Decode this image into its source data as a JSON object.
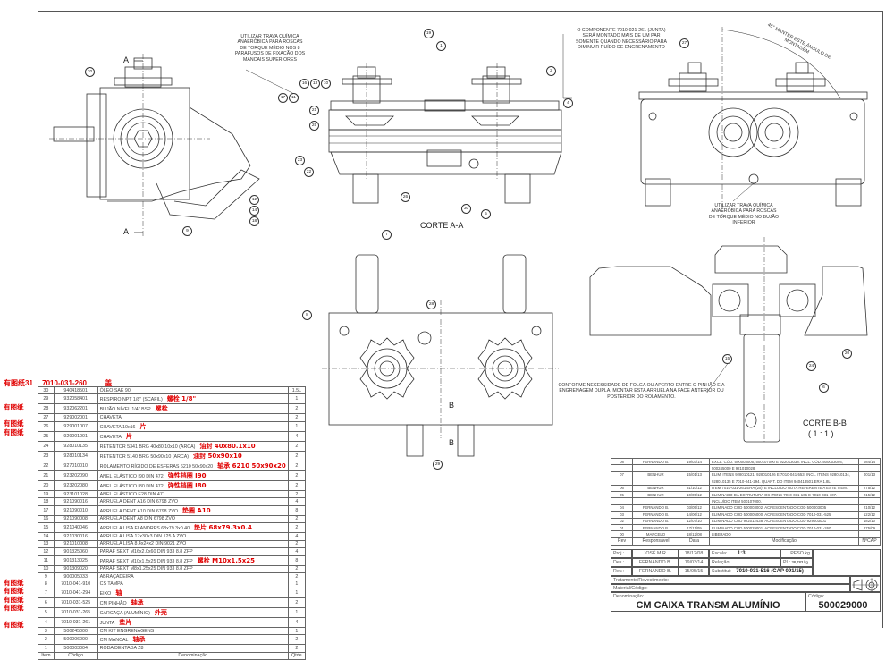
{
  "notes": {
    "trava_superior": "UTILIZAR TRAVA QUÍMICA ANAERÓBICA PARA ROSCAS DE TORQUE MÉDIO NOS 8 PARAFUSOS DE FIXAÇÃO DOS MANCAIS SUPERIORES",
    "componente_junta": "O COMPONENTE 7010-021-261 (JUNTA) SERÁ MONTADO MAIS DE UM PAR SOMENTE QUANDO NECESSÁRIO PARA DIMINUIR RUÍDO DE ENGRENAMENTO",
    "angulo": "45° MANTER ESTE ÂNGULO DE MONTAGEM",
    "trava_inferior": "UTILIZAR TRAVA QUÍMICA ANAERÓBICA PARA ROSCAS DE TORQUE MÉDIO NO BUJÃO INFERIOR",
    "folga": "CONFORME NECESSIDADE DE FOLGA OU APERTO ENTRE O PINHÃO E A ENGRENAGEM DUPLA, MONTAR ESTA ARRUELA NA FACE ANTERIOR OU POSTERIOR DO ROLAMENTO."
  },
  "views": {
    "corte_aa": "CORTE A-A",
    "corte_bb": "CORTE B-B",
    "corte_bb_scale": "( 1 : 1 )",
    "section_a": "A",
    "section_b": "B"
  },
  "balloons": {
    "side": [
      "20",
      "12",
      "14",
      "18",
      "9"
    ],
    "section_aa": [
      "19",
      "1",
      "2",
      "4",
      "16",
      "13",
      "10",
      "17",
      "11",
      "21",
      "25",
      "23",
      "22",
      "26",
      "30",
      "5",
      "7"
    ],
    "top_right": [
      "27"
    ],
    "bottom": [
      "8",
      "28",
      "29"
    ],
    "section_bb": [
      "15",
      "24",
      "20",
      "6"
    ]
  },
  "bom_header_annotation": {
    "flag": "有图纸31",
    "code": "7010-031-260",
    "cn": "盖"
  },
  "bom": {
    "columns": [
      "Item",
      "Código",
      "Denominação",
      "Qtde"
    ],
    "rows": [
      {
        "item": "30",
        "code": "940418501",
        "desc": "ÓLEO SAE 90",
        "cn": "",
        "qty": "1.5L",
        "flag": ""
      },
      {
        "item": "29",
        "code": "932058401",
        "desc": "RESPIRO NPT 1/8\" (SCAFIL)",
        "cn": "螺栓 1/8\"",
        "qty": "1",
        "flag": ""
      },
      {
        "item": "28",
        "code": "932062201",
        "desc": "BUJÃO NÍVEL 1/4\" BSP",
        "cn": "螺栓",
        "qty": "2",
        "flag": "有图纸"
      },
      {
        "item": "27",
        "code": "929002001",
        "desc": "CHAVETA",
        "cn": "",
        "qty": "2",
        "flag": ""
      },
      {
        "item": "26",
        "code": "929001007",
        "desc": "CHAVETA 10x16",
        "cn": "片",
        "qty": "1",
        "flag": "有图纸"
      },
      {
        "item": "25",
        "code": "929001001",
        "desc": "CHAVETA",
        "cn": "片",
        "qty": "4",
        "flag": "有图纸"
      },
      {
        "item": "24",
        "code": "928010135",
        "desc": "RETENTOR 5341 BRG 40x80,10x10 (ARCA)",
        "cn": "油封 40x80.1x10",
        "qty": "2",
        "flag": ""
      },
      {
        "item": "23",
        "code": "928010134",
        "desc": "RETENTOR 5140 BRG 50x90x10 (ARCA)",
        "cn": "油封 50x90x10",
        "qty": "2",
        "flag": ""
      },
      {
        "item": "22",
        "code": "927010010",
        "desc": "ROLAMENTO RÍGIDO DE ESFERAS 6210 50x90x20",
        "cn": "轴承 6210 50x90x20",
        "qty": "2",
        "flag": ""
      },
      {
        "item": "21",
        "code": "923202090",
        "desc": "ANEL ELÁSTICO I90 DIN 472",
        "cn": "弹性挡圈 I90",
        "qty": "2",
        "flag": ""
      },
      {
        "item": "20",
        "code": "923202080",
        "desc": "ANEL ELÁSTICO I80 DIN 472",
        "cn": "弹性挡圈 I80",
        "qty": "2",
        "flag": ""
      },
      {
        "item": "19",
        "code": "923101028",
        "desc": "ANEL ELÁSTICO E28 DIN 471",
        "cn": "",
        "qty": "2",
        "flag": ""
      },
      {
        "item": "18",
        "code": "921090016",
        "desc": "ARRUELA DENT A16 DIN 6798 ZVO",
        "cn": "",
        "qty": "4",
        "flag": ""
      },
      {
        "item": "17",
        "code": "921090010",
        "desc": "ARRUELA DENT A10 DIN 6798 ZVO",
        "cn": "垫圈 A10",
        "qty": "8",
        "flag": ""
      },
      {
        "item": "16",
        "code": "921090008",
        "desc": "ARRUELA DENT A8 DIN 6798 ZVO",
        "cn": "",
        "qty": "2",
        "flag": ""
      },
      {
        "item": "15",
        "code": "921040046",
        "desc": "ARRUELA LISA FLANDRES 68x79.3x0.40",
        "cn": "垫片 68x79.3x0.4",
        "qty": "2",
        "flag": ""
      },
      {
        "item": "14",
        "code": "921030016",
        "desc": "ARRUELA LISA 17x30x3 DIN 125 A ZVO",
        "cn": "",
        "qty": "4",
        "flag": ""
      },
      {
        "item": "13",
        "code": "921010008",
        "desc": "ARRUELA LISA 8.4x24x2 DIN 9021 ZVO",
        "cn": "",
        "qty": "2",
        "flag": ""
      },
      {
        "item": "12",
        "code": "901325060",
        "desc": "PARAF SEXT M16x2.0x60 DIN 933 8.8 ZFP",
        "cn": "",
        "qty": "4",
        "flag": ""
      },
      {
        "item": "11",
        "code": "901313025",
        "desc": "PARAF SEXT M10x1.5x25 DIN 933 8.8 ZFP",
        "cn": "螺栓 M10x1.5x25",
        "qty": "8",
        "flag": ""
      },
      {
        "item": "10",
        "code": "901309020",
        "desc": "PARAF SEXT M8x1.25x25 DIN 933 8.8 ZFP",
        "cn": "",
        "qty": "2",
        "flag": ""
      },
      {
        "item": "9",
        "code": "900005033",
        "desc": "ABRAÇADEIRA",
        "cn": "",
        "qty": "2",
        "flag": ""
      },
      {
        "item": "8",
        "code": "7010-041-910",
        "desc": "CS TAMPA",
        "cn": "",
        "qty": "1",
        "flag": ""
      },
      {
        "item": "7",
        "code": "7010-041-294",
        "desc": "EIXO",
        "cn": "轴",
        "qty": "1",
        "flag": "有图纸"
      },
      {
        "item": "6",
        "code": "7010-031-525",
        "desc": "CM PINHÃO",
        "cn": "轴承",
        "qty": "2",
        "flag": "有图纸"
      },
      {
        "item": "5",
        "code": "7010-031-265",
        "desc": "CARCAÇA (ALUMÍNIO)",
        "cn": "外壳",
        "qty": "1",
        "flag": "有图纸"
      },
      {
        "item": "4",
        "code": "7010-031-261",
        "desc": "JUNTA",
        "cn": "垫片",
        "qty": "4",
        "flag": "有图纸"
      },
      {
        "item": "3",
        "code": "500245000",
        "desc": "CM KIT ENGRENAGENS",
        "cn": "",
        "qty": "1",
        "flag": ""
      },
      {
        "item": "2",
        "code": "500006000",
        "desc": "CM MANCAL",
        "cn": "轴承",
        "qty": "2",
        "flag": "有图纸"
      },
      {
        "item": "1",
        "code": "500003004",
        "desc": "RODA DENTADA Z8",
        "cn": "",
        "qty": "2",
        "flag": ""
      }
    ]
  },
  "revisions": {
    "columns": [
      "Rev",
      "Responsável",
      "Data",
      "Modificação",
      "NºCAP"
    ],
    "rows": [
      {
        "rev": "08",
        "resp": "FERNANDO B.",
        "date": "19/03/14",
        "mod": "EXCL. CÓD. 500003005, 500107000 E 922013038. INCL. CÓD. 500003004,",
        "cap": "084/14"
      },
      {
        "rev": "",
        "resp": "",
        "date": "",
        "mod": "500245000 E 921010028.",
        "cap": ""
      },
      {
        "rev": "07",
        "resp": "BENHUR",
        "date": "15/01/13",
        "mod": "ELIM. ITENS 928010121, 928010126 E 7010-041-553. INCL. ITENS 928010134,",
        "cap": "001/13"
      },
      {
        "rev": "",
        "resp": "",
        "date": "",
        "mod": "928010135 E 7010-041-294. QUANT. DO ITEM 940418501 ERA 1.8L.",
        "cap": ""
      },
      {
        "rev": "06",
        "resp": "BENHUR",
        "date": "31/10/12",
        "mod": "ITEM 7010-031-261 ERA (2x); E INCLUÍDO NOTA REFERENTE A ESTE ITEM.",
        "cap": "275/12"
      },
      {
        "rev": "05",
        "resp": "BENHUR",
        "date": "10/05/12",
        "mod": "ELIMINADO DA ESTRUTURA OS ITENS 7010-031-106 E 7010-031-107.",
        "cap": "215/12"
      },
      {
        "rev": "",
        "resp": "",
        "date": "",
        "mod": "INCLUÍDO ITEM 500107000.",
        "cap": ""
      },
      {
        "rev": "04",
        "resp": "FERNANDO B.",
        "date": "03/05/12",
        "mod": "ELIMINADO COD 500003002, ACRESCENTADO COD 500003005",
        "cap": "210/12"
      },
      {
        "rev": "03",
        "resp": "FERNANDO B.",
        "date": "14/06/12",
        "mod": "ELIMINADO COD 500005000, ACRESCENTADO COD 7010-031-525",
        "cap": "122/12"
      },
      {
        "rev": "02",
        "resp": "FERNANDO B.",
        "date": "12/07/10",
        "mod": "ELIMINADO COD 922012438, ACRESCENTADO COD 929003001",
        "cap": "182/10"
      },
      {
        "rev": "01",
        "resp": "FERNANDO B.",
        "date": "17/11/09",
        "mod": "ELIMINADO COD 500029001, ACRESCENTADO COD 7010-031-260",
        "cap": "275/09"
      },
      {
        "rev": "00",
        "resp": "MARCELO",
        "date": "18/12/08",
        "mod": "LIBERADO",
        "cap": ""
      }
    ]
  },
  "title_block": {
    "proj_label": "Proj.:",
    "proj_name": "JOSÉ M.R.",
    "proj_date": "18/12/08",
    "des_label": "Des.:",
    "des_name": "FERNANDO B.",
    "des_date": "19/03/14",
    "rev_label": "Rev.:",
    "rev_name": "FERNANDO B.",
    "rev_date": "15/05/15",
    "escala_label": "Escala:",
    "escala": "1:3",
    "relacao_label": "Relação:",
    "substitui_label": "Substitui:",
    "substitui": "7010-031-516 (CAP 091/15)",
    "peso_label": "PESO kg",
    "pl_label": "PL:",
    "pl": "38,783 kg",
    "tratamento_label": "Tratamento/Revestimento:",
    "material_label": "Material/Código:",
    "denominacao_label": "Denominação:",
    "denominacao": "CM CAIXA TRANSM ALUMÍNIO",
    "codigo_label": "Código:",
    "codigo": "500029000",
    "projection_icon": "first-angle-projection-icon"
  }
}
